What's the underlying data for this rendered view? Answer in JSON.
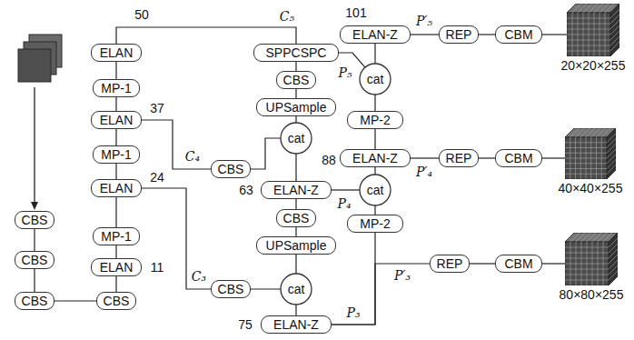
{
  "diagram": {
    "nodes": [
      {
        "text": [
          "ELAN"
        ]
      },
      {
        "text": [
          "SPPCSPC"
        ]
      },
      {
        "text": [
          "ELAN-Z"
        ]
      },
      {
        "text": [
          "REP"
        ]
      },
      {
        "text": [
          "CBM"
        ]
      },
      {
        "text": [
          "20×20×255"
        ]
      },
      {
        "text": [
          "CBS"
        ]
      },
      {
        "text": [
          "cat"
        ]
      },
      {
        "text": [
          "MP-1"
        ]
      },
      {
        "text": [
          "UPSample"
        ]
      },
      {
        "text": [
          "ELAN"
        ]
      },
      {
        "text": [
          "MP-2"
        ]
      },
      {
        "text": [
          "cat"
        ]
      },
      {
        "text": [
          "MP-1"
        ]
      },
      {
        "text": [
          "ELAN-Z"
        ]
      },
      {
        "text": [
          "REP"
        ]
      },
      {
        "text": [
          "CBM"
        ]
      },
      {
        "text": [
          "40×40×255"
        ]
      },
      {
        "text": [
          "CBS"
        ]
      },
      {
        "text": [
          "ELAN"
        ]
      },
      {
        "text": [
          "ELAN-Z"
        ]
      },
      {
        "text": [
          "cat"
        ]
      },
      {
        "text": [
          "CBS"
        ]
      },
      {
        "text": [
          "CBS"
        ]
      },
      {
        "text": [
          "MP-2"
        ]
      },
      {
        "text": [
          "MP-1"
        ]
      },
      {
        "text": [
          "UPSample"
        ]
      },
      {
        "text": [
          "CBS"
        ]
      },
      {
        "text": [
          "REP"
        ]
      },
      {
        "text": [
          "CBM"
        ]
      },
      {
        "text": [
          "ELAN"
        ]
      },
      {
        "text": [
          "80×80×255"
        ]
      },
      {
        "text": [
          "cat"
        ]
      },
      {
        "text": [
          "CBS"
        ]
      },
      {
        "text": [
          "CBS"
        ]
      },
      {
        "text": [
          "CBS"
        ]
      },
      {
        "text": [
          "ELAN-Z"
        ]
      }
    ],
    "edges": [
      {
        "from": 0,
        "to": 1,
        "arrow": "none",
        "label": "C₅"
      },
      {
        "from": 1,
        "to": 6,
        "arrow": "none"
      },
      {
        "from": 1,
        "to": 7,
        "arrow": "none",
        "label": "P₅"
      },
      {
        "from": 6,
        "to": 9,
        "arrow": "none"
      },
      {
        "from": 9,
        "to": 12,
        "arrow": "none"
      },
      {
        "from": 10,
        "to": 18,
        "arrow": "none",
        "label": "C₄"
      },
      {
        "from": 18,
        "to": 12,
        "arrow": "none"
      },
      {
        "from": 12,
        "to": 20,
        "arrow": "none"
      },
      {
        "from": 20,
        "to": 22,
        "arrow": "none"
      },
      {
        "from": 20,
        "to": 21,
        "arrow": "none",
        "label": "P₄"
      },
      {
        "from": 22,
        "to": 26,
        "arrow": "none"
      },
      {
        "from": 26,
        "to": 32,
        "arrow": "none"
      },
      {
        "from": 19,
        "to": 33,
        "arrow": "none",
        "label": "C₃"
      },
      {
        "from": 33,
        "to": 32,
        "arrow": "none"
      },
      {
        "from": 32,
        "to": 36,
        "arrow": "none"
      },
      {
        "from": 36,
        "to": 24,
        "arrow": "none",
        "label": "P₃"
      },
      {
        "from": 36,
        "to": 28,
        "arrow": "none",
        "label": "P′₃"
      },
      {
        "from": 24,
        "to": 21,
        "arrow": "none"
      },
      {
        "from": 21,
        "to": 14,
        "arrow": "none"
      },
      {
        "from": 14,
        "to": 15,
        "arrow": "none",
        "label": "P′₄"
      },
      {
        "from": 15,
        "to": 16,
        "arrow": "none"
      },
      {
        "from": 16,
        "to": 17,
        "arrow": "none"
      },
      {
        "from": 14,
        "to": 11,
        "arrow": "none"
      },
      {
        "from": 11,
        "to": 7,
        "arrow": "none"
      },
      {
        "from": 7,
        "to": 2,
        "arrow": "none"
      },
      {
        "from": 2,
        "to": 3,
        "arrow": "none",
        "label": "P′₅"
      },
      {
        "from": 3,
        "to": 4,
        "arrow": "none"
      },
      {
        "from": 4,
        "to": 5,
        "arrow": "none"
      },
      {
        "from": 28,
        "to": 29,
        "arrow": "none"
      },
      {
        "from": 29,
        "to": 31,
        "arrow": "none"
      },
      {
        "from": 23,
        "to": 27,
        "arrow": "none"
      },
      {
        "from": 27,
        "to": 34,
        "arrow": "none"
      },
      {
        "from": 34,
        "to": 35,
        "arrow": "none"
      },
      {
        "from": 35,
        "to": 30,
        "arrow": "none"
      },
      {
        "from": 30,
        "to": 25,
        "arrow": "none"
      },
      {
        "from": 25,
        "to": 19,
        "arrow": "none"
      },
      {
        "from": 19,
        "to": 13,
        "arrow": "none"
      },
      {
        "from": 13,
        "to": 10,
        "arrow": "none"
      },
      {
        "from": 10,
        "to": 8,
        "arrow": "none"
      },
      {
        "from": 8,
        "to": 0,
        "arrow": "none"
      }
    ],
    "labels": [
      "50",
      "101",
      "37",
      "24",
      "11",
      "63",
      "88",
      "75"
    ]
  }
}
